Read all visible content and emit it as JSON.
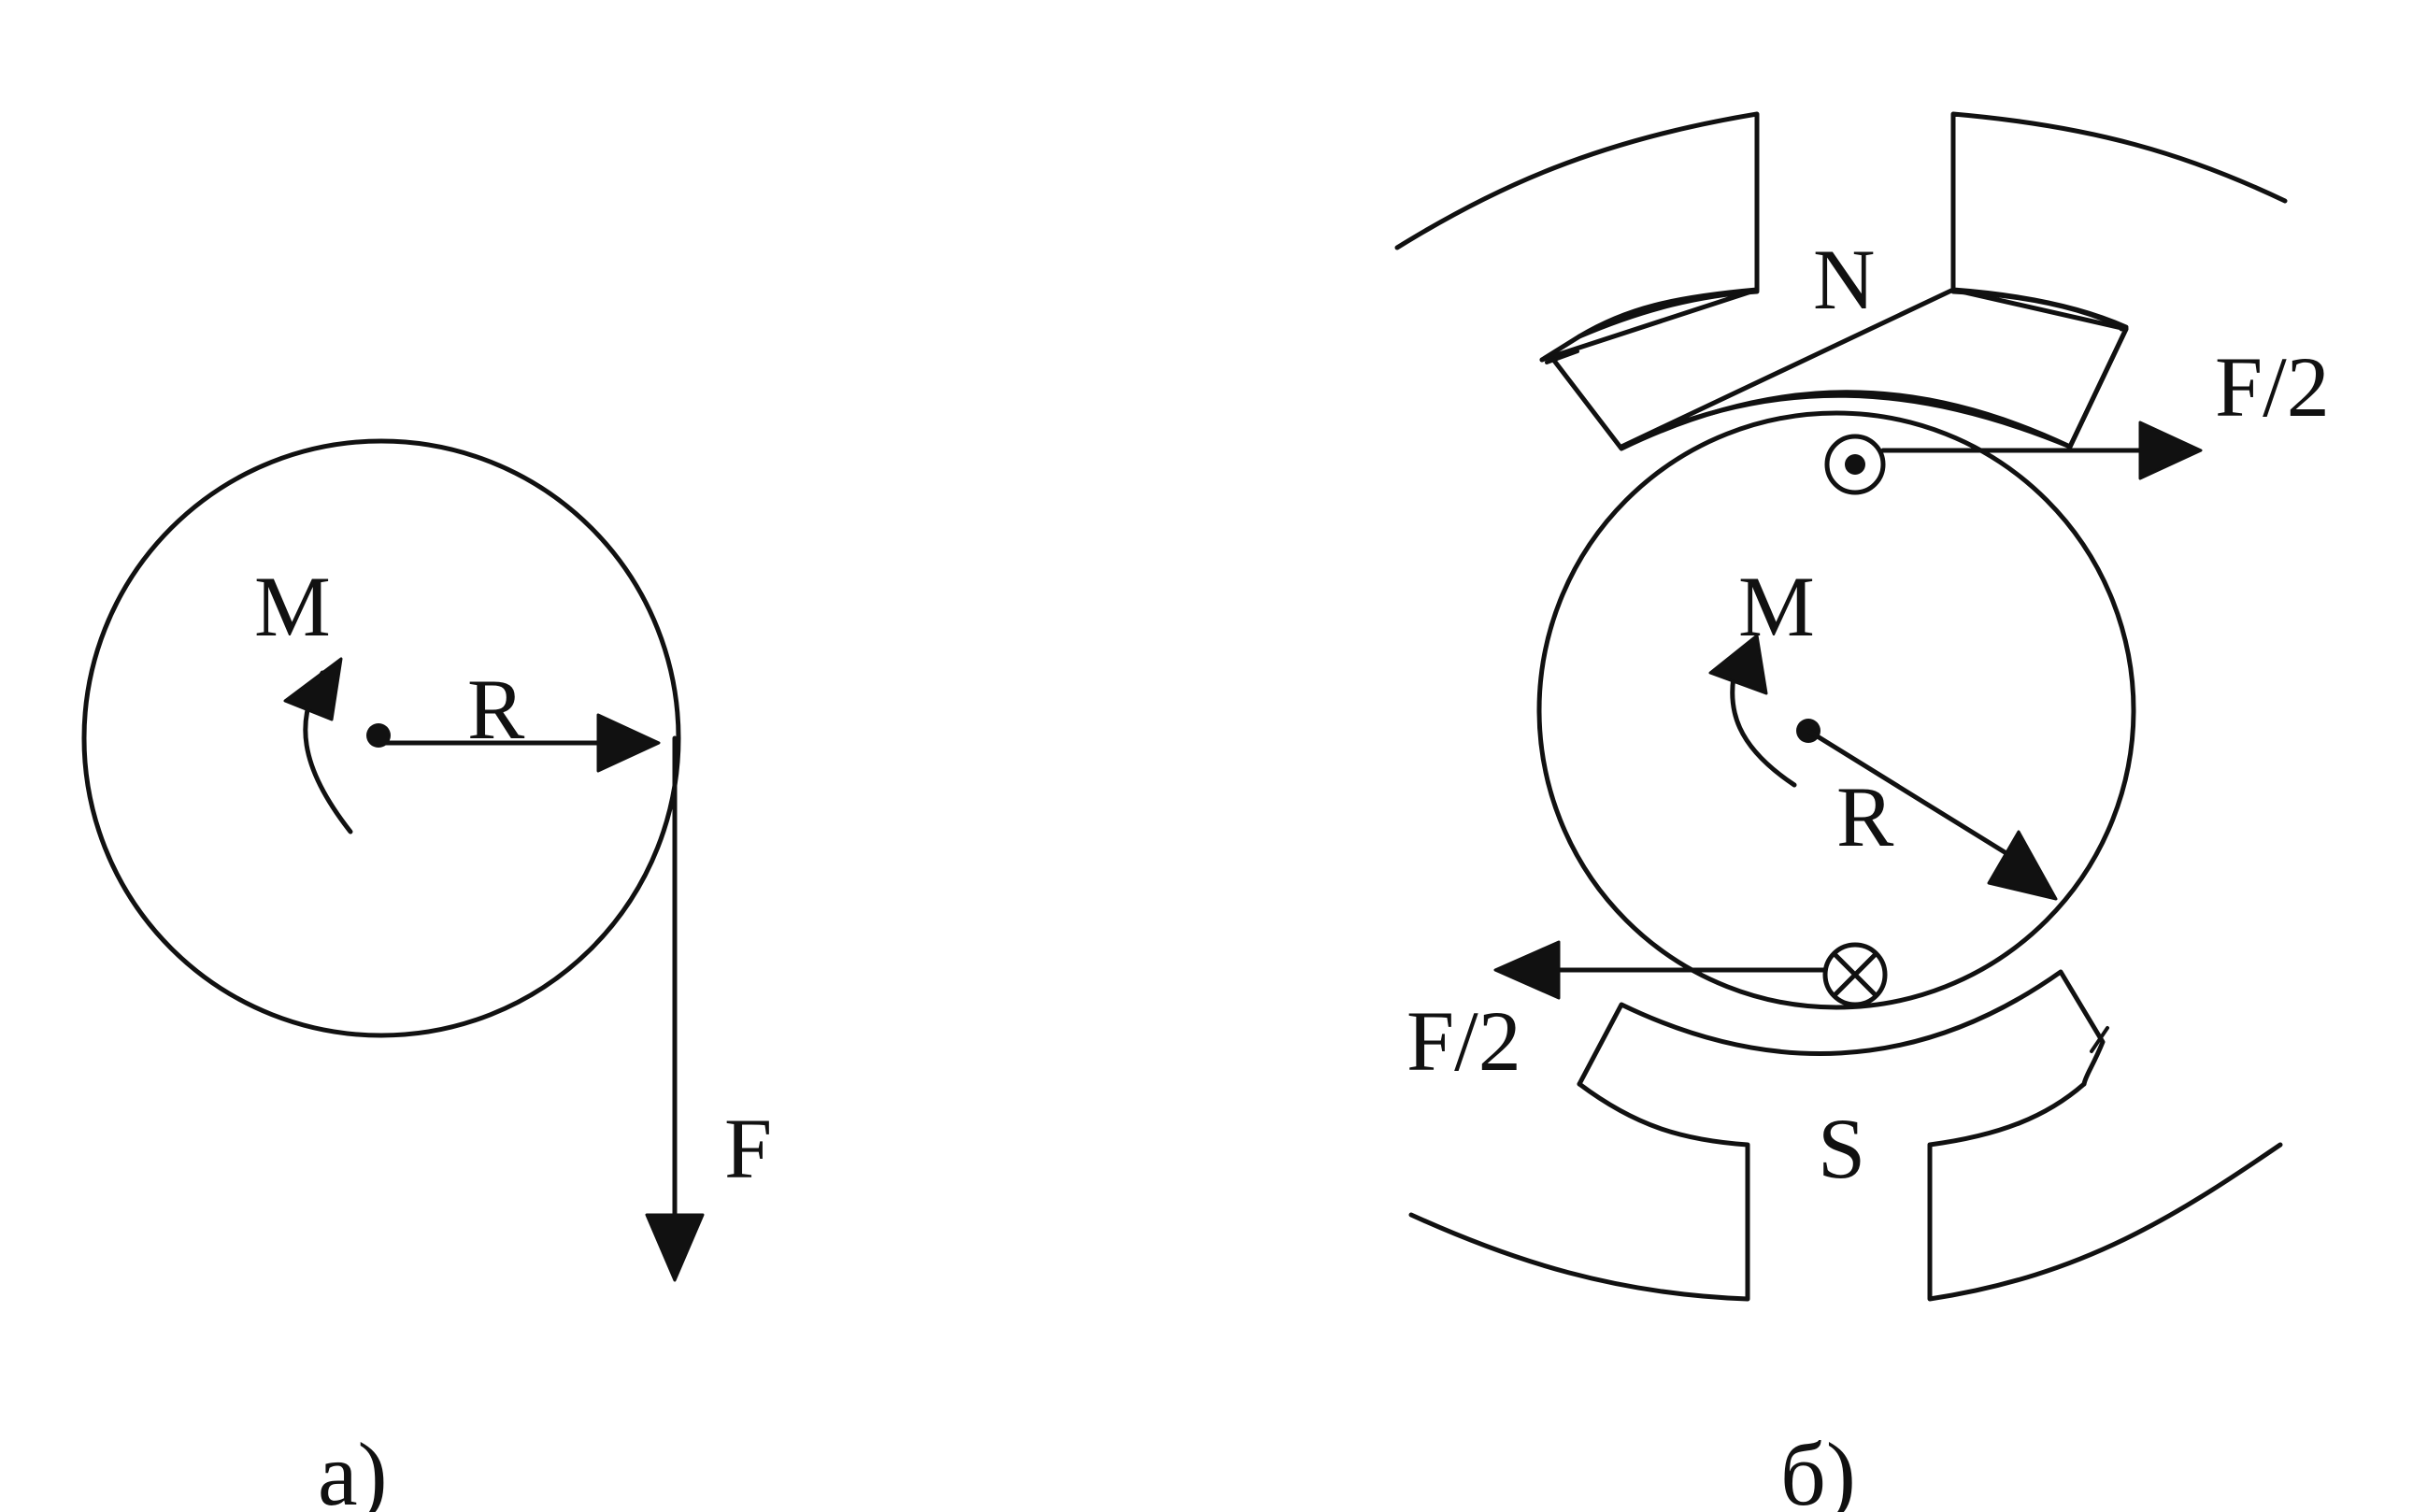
{
  "panel_a": {
    "caption": "а)",
    "labels": {
      "moment": "M",
      "radius": "R",
      "force": "F"
    }
  },
  "panel_b": {
    "caption": "б)",
    "labels": {
      "north_pole": "N",
      "south_pole": "S",
      "moment": "M",
      "radius": "R",
      "force_top": "F/2",
      "force_bottom": "F/2"
    }
  },
  "colors": {
    "ink": "#111111",
    "background": "#ffffff"
  }
}
